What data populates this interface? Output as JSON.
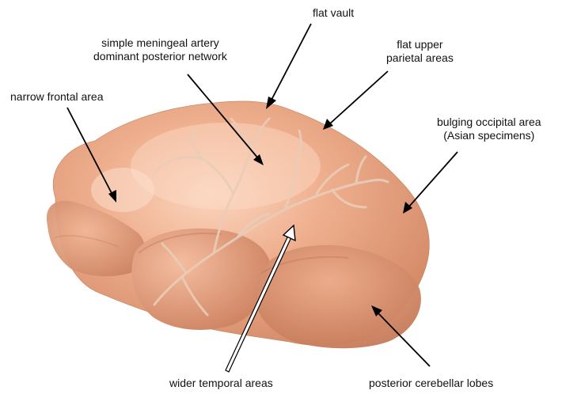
{
  "labels": {
    "flat_vault": "flat vault",
    "meningeal": [
      "simple meningeal artery",
      "dominant posterior network"
    ],
    "flat_upper_parietal": [
      "flat upper",
      "parietal areas"
    ],
    "narrow_frontal": "narrow frontal area",
    "bulging_occipital": [
      "bulging occipital area",
      "(Asian specimens)"
    ],
    "wider_temporal": "wider temporal areas",
    "posterior_cerebellar": "posterior cerebellar lobes"
  },
  "colors": {
    "endocast_base": "#e9a583",
    "endocast_light": "#f6c8ae",
    "endocast_shadow": "#c9805f",
    "vessels": "#e8c7b0",
    "arrow": "#000000",
    "hollow_arrow_fill": "#ffffff"
  }
}
